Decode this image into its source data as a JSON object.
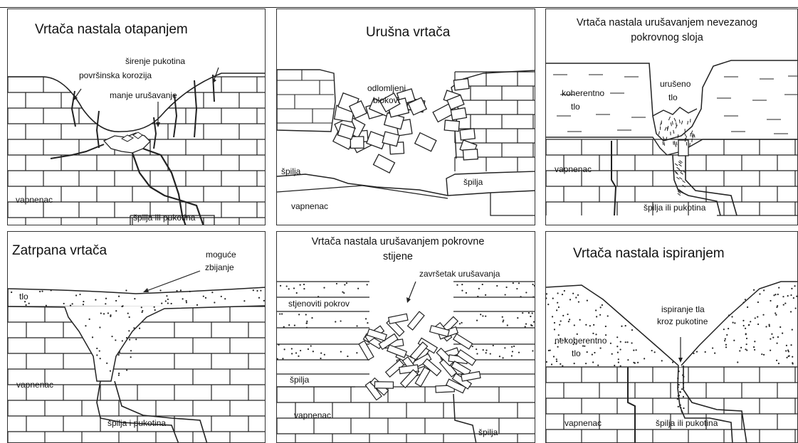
{
  "panels": [
    {
      "title": "Vrtača nastala otapanjem",
      "labels": {
        "widening": "širenje pukotina",
        "surface_corrosion": "površinska korozija",
        "minor_collapse": "manje urušavanje",
        "limestone": "vapnenac",
        "cave": "špilja ili pukotina"
      }
    },
    {
      "title": "Urušna vrtača",
      "labels": {
        "blocks_line1": "odlomljeni",
        "blocks_line2": "blokovi",
        "cave_left": "špilja",
        "cave_right": "špilja",
        "limestone": "vapnenac"
      }
    },
    {
      "title_line1": "Vrtača nastala urušavanjem nevezanog",
      "title_line2": "pokrovnog sloja",
      "labels": {
        "coherent_line1": "koherentno",
        "coherent_line2": "tlo",
        "collapsed_line1": "urušeno",
        "collapsed_line2": "tlo",
        "limestone": "vapnenac",
        "cave": "špilja ili pukotina"
      }
    },
    {
      "title": "Zatrpana vrtača",
      "labels": {
        "compaction_line1": "moguće",
        "compaction_line2": "zbijanje",
        "soil": "tlo",
        "limestone": "vapnenac",
        "cave": "špilja i pukotina"
      }
    },
    {
      "title_line1": "Vrtača nastala urušavanjem pokrovne",
      "title_line2": "stijene",
      "labels": {
        "end_collapse": "završetak urušavanja",
        "rock_cover": "stjenoviti pokrov",
        "cave_left": "špilja",
        "limestone": "vapnenac",
        "cave_bottom": "špilja"
      }
    },
    {
      "title": "Vrtača nastala ispiranjem",
      "labels": {
        "washing_line1": "ispiranje tla",
        "washing_line2": "kroz pukotine",
        "incoherent_line1": "nekoherentno",
        "incoherent_line2": "tlo",
        "limestone": "vapnenac",
        "cave": "špilja ili pukotina"
      }
    }
  ]
}
